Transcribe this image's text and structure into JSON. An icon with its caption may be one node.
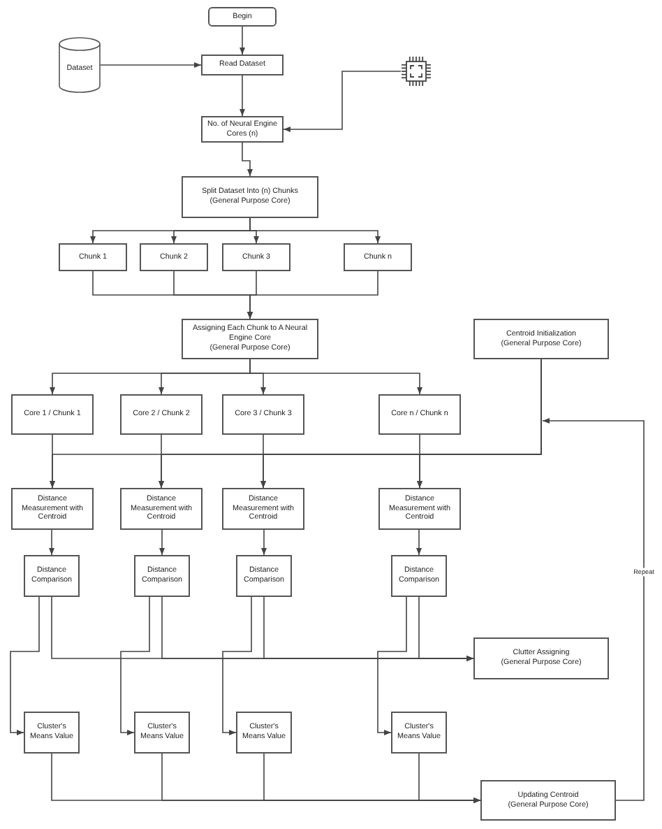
{
  "diagram": {
    "nodes": [
      {
        "text": [
          "Begin"
        ]
      },
      {
        "text": [
          "Dataset"
        ]
      },
      {
        "text": [
          "Read Dataset"
        ]
      },
      {
        "text": [],
        "shape": "picture"
      },
      {
        "text": [
          "No. of Neural Engine Cores (n)"
        ]
      },
      {
        "text": [
          "Split Dataset Into (n) Chunks",
          "(General Purpose Core)"
        ]
      },
      {
        "text": [
          "Chunk 1"
        ]
      },
      {
        "text": [
          "Chunk 2"
        ]
      },
      {
        "text": [
          "Chunk 3"
        ]
      },
      {
        "text": [
          "Chunk n"
        ]
      },
      {
        "text": [
          "Assigning Each Chunk to A Neural Engine Core",
          "(General Purpose Core)"
        ]
      },
      {
        "text": [
          "Centroid Initialization",
          "(General Purpose Core)"
        ]
      },
      {
        "text": [
          "Core 1 / Chunk 1"
        ]
      },
      {
        "text": [
          "Core 2 / Chunk 2"
        ]
      },
      {
        "text": [
          "Core 3 / Chunk 3"
        ]
      },
      {
        "text": [
          "Core n / Chunk n"
        ]
      },
      {
        "text": [
          "Distance Measurement with Centroid"
        ]
      },
      {
        "text": [
          "Distance Measurement with Centroid"
        ]
      },
      {
        "text": [
          "Distance Measurement with Centroid"
        ]
      },
      {
        "text": [
          "Distance Measurement with Centroid"
        ]
      },
      {
        "text": [
          "Distance Comparison"
        ]
      },
      {
        "text": [
          "Distance Comparison"
        ]
      },
      {
        "text": [
          "Distance Comparison"
        ]
      },
      {
        "text": [
          "Distance Comparison"
        ]
      },
      {
        "text": [
          "Clutter Assigning",
          "(General Purpose Core)"
        ]
      },
      {
        "text": [
          "Cluster's Means Value"
        ]
      },
      {
        "text": [
          "Cluster's Means Value"
        ]
      },
      {
        "text": [
          "Cluster's Means Value"
        ]
      },
      {
        "text": [
          "Cluster's Means Value"
        ]
      },
      {
        "text": [
          "Updating Centroid",
          "(General Purpose Core)"
        ]
      }
    ],
    "edges": [
      {
        "from": 0,
        "to": 2,
        "arrow": "to"
      },
      {
        "from": 1,
        "to": 2,
        "arrow": "to"
      },
      {
        "from": 2,
        "to": 4,
        "arrow": "to"
      },
      {
        "from": 3,
        "to": 4,
        "arrow": "to"
      },
      {
        "from": 4,
        "to": 5,
        "arrow": "to"
      },
      {
        "from": 5,
        "to": 6,
        "arrow": "to"
      },
      {
        "from": 5,
        "to": 7,
        "arrow": "to"
      },
      {
        "from": 5,
        "to": 8,
        "arrow": "to"
      },
      {
        "from": 5,
        "to": 9,
        "arrow": "to"
      },
      {
        "from": 6,
        "to": 10,
        "arrow": "to"
      },
      {
        "from": 7,
        "to": 10,
        "arrow": "to"
      },
      {
        "from": 8,
        "to": 10,
        "arrow": "to"
      },
      {
        "from": 9,
        "to": 10,
        "arrow": "to"
      },
      {
        "from": 10,
        "to": 12,
        "arrow": "to"
      },
      {
        "from": 10,
        "to": 13,
        "arrow": "to"
      },
      {
        "from": 10,
        "to": 14,
        "arrow": "to"
      },
      {
        "from": 10,
        "to": 15,
        "arrow": "to"
      },
      {
        "from": 12,
        "to": 16,
        "arrow": "to"
      },
      {
        "from": 13,
        "to": 17,
        "arrow": "to"
      },
      {
        "from": 14,
        "to": 18,
        "arrow": "to"
      },
      {
        "from": 15,
        "to": 19,
        "arrow": "to"
      },
      {
        "from": 11,
        "to": 16,
        "arrow": "to"
      },
      {
        "from": 11,
        "to": 17,
        "arrow": "to"
      },
      {
        "from": 11,
        "to": 18,
        "arrow": "to"
      },
      {
        "from": 11,
        "to": 19,
        "arrow": "to"
      },
      {
        "from": 16,
        "to": 20,
        "arrow": "to"
      },
      {
        "from": 17,
        "to": 21,
        "arrow": "to"
      },
      {
        "from": 18,
        "to": 22,
        "arrow": "to"
      },
      {
        "from": 19,
        "to": 23,
        "arrow": "to"
      },
      {
        "from": 20,
        "to": 24,
        "arrow": "to"
      },
      {
        "from": 21,
        "to": 24,
        "arrow": "to"
      },
      {
        "from": 22,
        "to": 24,
        "arrow": "to"
      },
      {
        "from": 23,
        "to": 24,
        "arrow": "to"
      },
      {
        "from": 20,
        "to": 25,
        "arrow": "to"
      },
      {
        "from": 21,
        "to": 26,
        "arrow": "to"
      },
      {
        "from": 22,
        "to": 27,
        "arrow": "to"
      },
      {
        "from": 23,
        "to": 28,
        "arrow": "to"
      },
      {
        "from": 25,
        "to": 29,
        "arrow": "to"
      },
      {
        "from": 26,
        "to": 29,
        "arrow": "to"
      },
      {
        "from": 27,
        "to": 29,
        "arrow": "to"
      },
      {
        "from": 28,
        "to": 29,
        "arrow": "to"
      },
      {
        "from": 29,
        "to": null,
        "arrow": "to",
        "label": "Repeat"
      }
    ]
  }
}
